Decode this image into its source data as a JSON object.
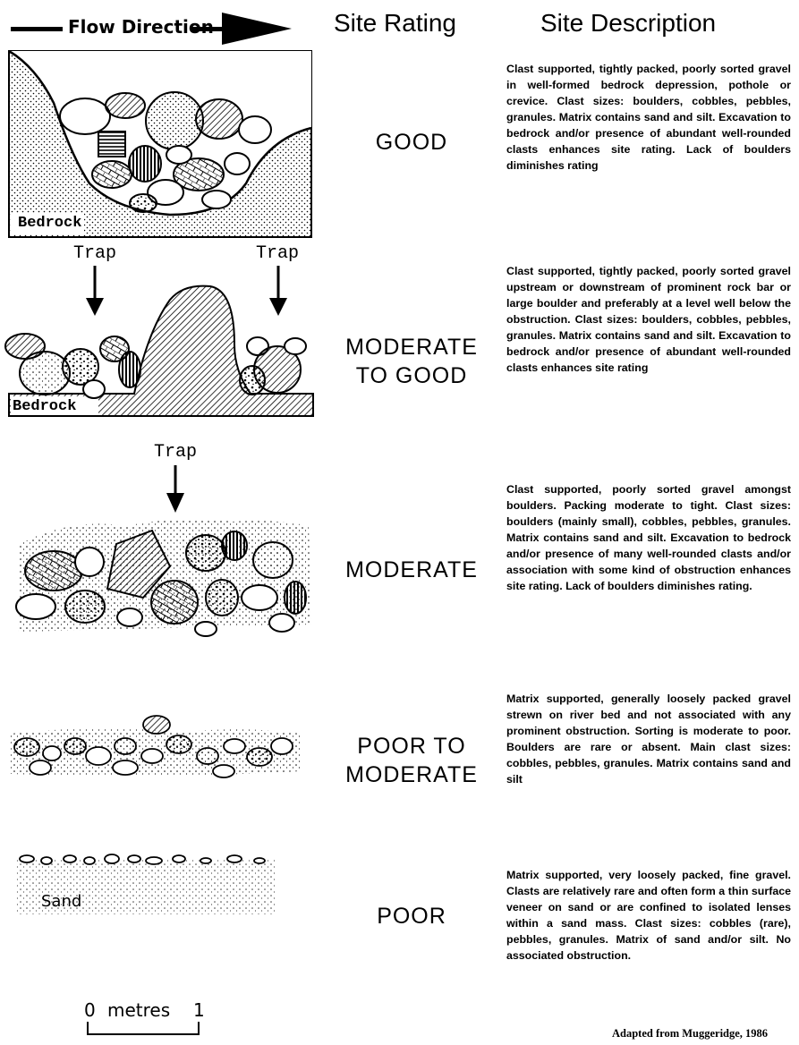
{
  "headers": {
    "flow": "Flow Direction",
    "rating": "Site Rating",
    "description": "Site Description"
  },
  "rows": [
    {
      "rating": "GOOD",
      "description": "Clast supported, tightly packed, poorly sorted gravel in well-formed bedrock depression, pothole or crevice. Clast sizes: boulders, cobbles, pebbles, granules. Matrix contains sand and silt. Excavation to bedrock and/or presence of abundant well-rounded clasts enhances site rating. Lack of boulders diminishes rating",
      "sketch_label": "Bedrock"
    },
    {
      "rating_line1": "MODERATE",
      "rating_line2": "TO GOOD",
      "description": "Clast supported, tightly packed, poorly sorted gravel upstream or downstream of prominent rock bar or large boulder and preferably at a level well below the obstruction. Clast sizes: boulders, cobbles, pebbles, granules. Matrix contains sand and silt. Excavation to bedrock and/or presence of abundant well-rounded clasts enhances site rating",
      "trap_left": "Trap",
      "trap_right": "Trap",
      "sketch_label": "Bedrock"
    },
    {
      "rating": "MODERATE",
      "description": "Clast supported, poorly sorted gravel amongst boulders. Packing moderate to tight. Clast sizes: boulders (mainly small), cobbles, pebbles, granules. Matrix contains sand and silt. Excavation to bedrock and/or presence of many well-rounded clasts and/or association with some kind of obstruction enhances site rating. Lack of boulders diminishes rating.",
      "trap": "Trap"
    },
    {
      "rating_line1": "POOR TO",
      "rating_line2": "MODERATE",
      "description": "Matrix supported, generally loosely packed gravel strewn on river bed and not associated with any prominent obstruction. Sorting is moderate to poor. Boulders are rare or absent. Main clast sizes: cobbles, pebbles, granules. Matrix contains sand and silt"
    },
    {
      "rating": "POOR",
      "description": "Matrix supported, very loosely packed, fine gravel. Clasts are relatively rare and often form a thin surface veneer on sand or are confined to isolated lenses within a sand mass. Clast sizes: cobbles (rare), pebbles, granules. Matrix of sand and/or silt. No associated obstruction.",
      "sketch_label": "Sand"
    }
  ],
  "scale": {
    "zero": "0",
    "unit": "metres",
    "one": "1"
  },
  "credit": "Adapted from Muggeridge, 1986"
}
